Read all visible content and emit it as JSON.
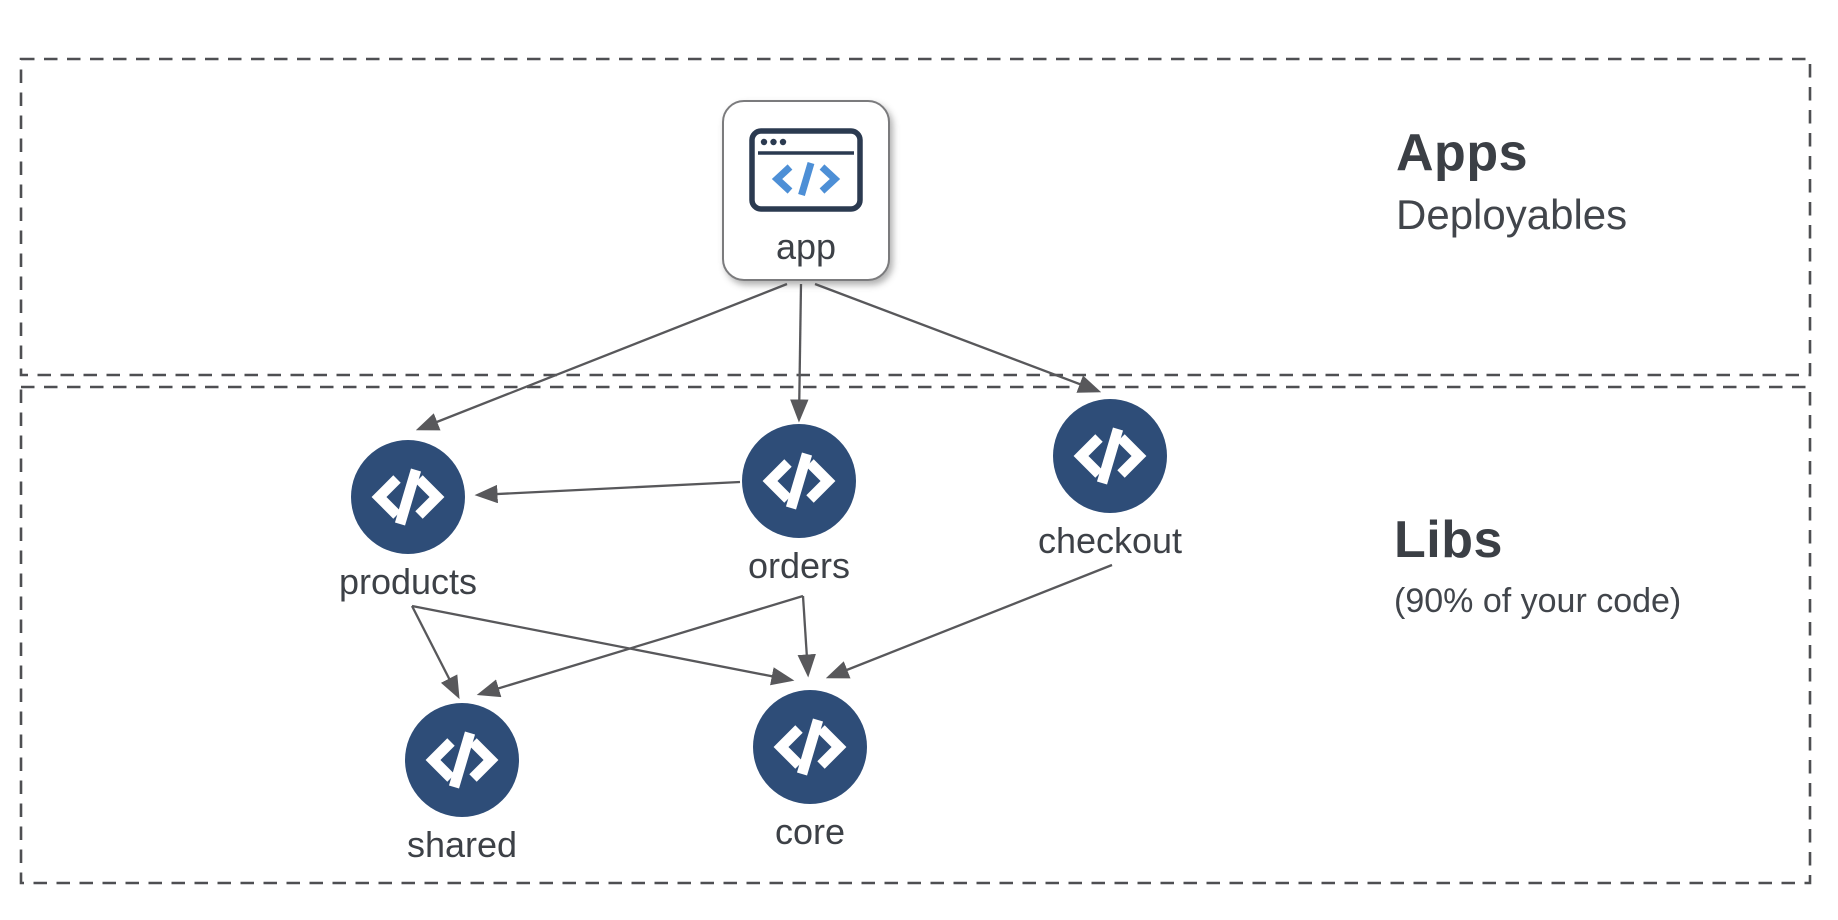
{
  "regions": {
    "apps": {
      "title": "Apps",
      "subtitle": "Deployables"
    },
    "libs": {
      "title": "Libs",
      "subtitle": "(90% of your code)"
    }
  },
  "nodes": {
    "app": {
      "label": "app",
      "icon": "browser-code-icon"
    },
    "products": {
      "label": "products",
      "icon": "code-icon"
    },
    "orders": {
      "label": "orders",
      "icon": "code-icon"
    },
    "checkout": {
      "label": "checkout",
      "icon": "code-icon"
    },
    "shared": {
      "label": "shared",
      "icon": "code-icon"
    },
    "core": {
      "label": "core",
      "icon": "code-icon"
    }
  },
  "edges": [
    {
      "from": "app",
      "to": "products"
    },
    {
      "from": "app",
      "to": "orders"
    },
    {
      "from": "app",
      "to": "checkout"
    },
    {
      "from": "orders",
      "to": "products"
    },
    {
      "from": "products",
      "to": "shared"
    },
    {
      "from": "products",
      "to": "core"
    },
    {
      "from": "orders",
      "to": "shared"
    },
    {
      "from": "orders",
      "to": "core"
    },
    {
      "from": "checkout",
      "to": "core"
    }
  ],
  "colors": {
    "lib_node_fill": "#2e4d78",
    "edge_stroke": "#58585b",
    "region_border": "#4e4f52",
    "text": "#3d4147",
    "app_icon_stroke": "#2b3a50",
    "app_icon_code": "#4d8fd6",
    "node_glyph": "#ffffff",
    "bg": "#ffffff"
  }
}
